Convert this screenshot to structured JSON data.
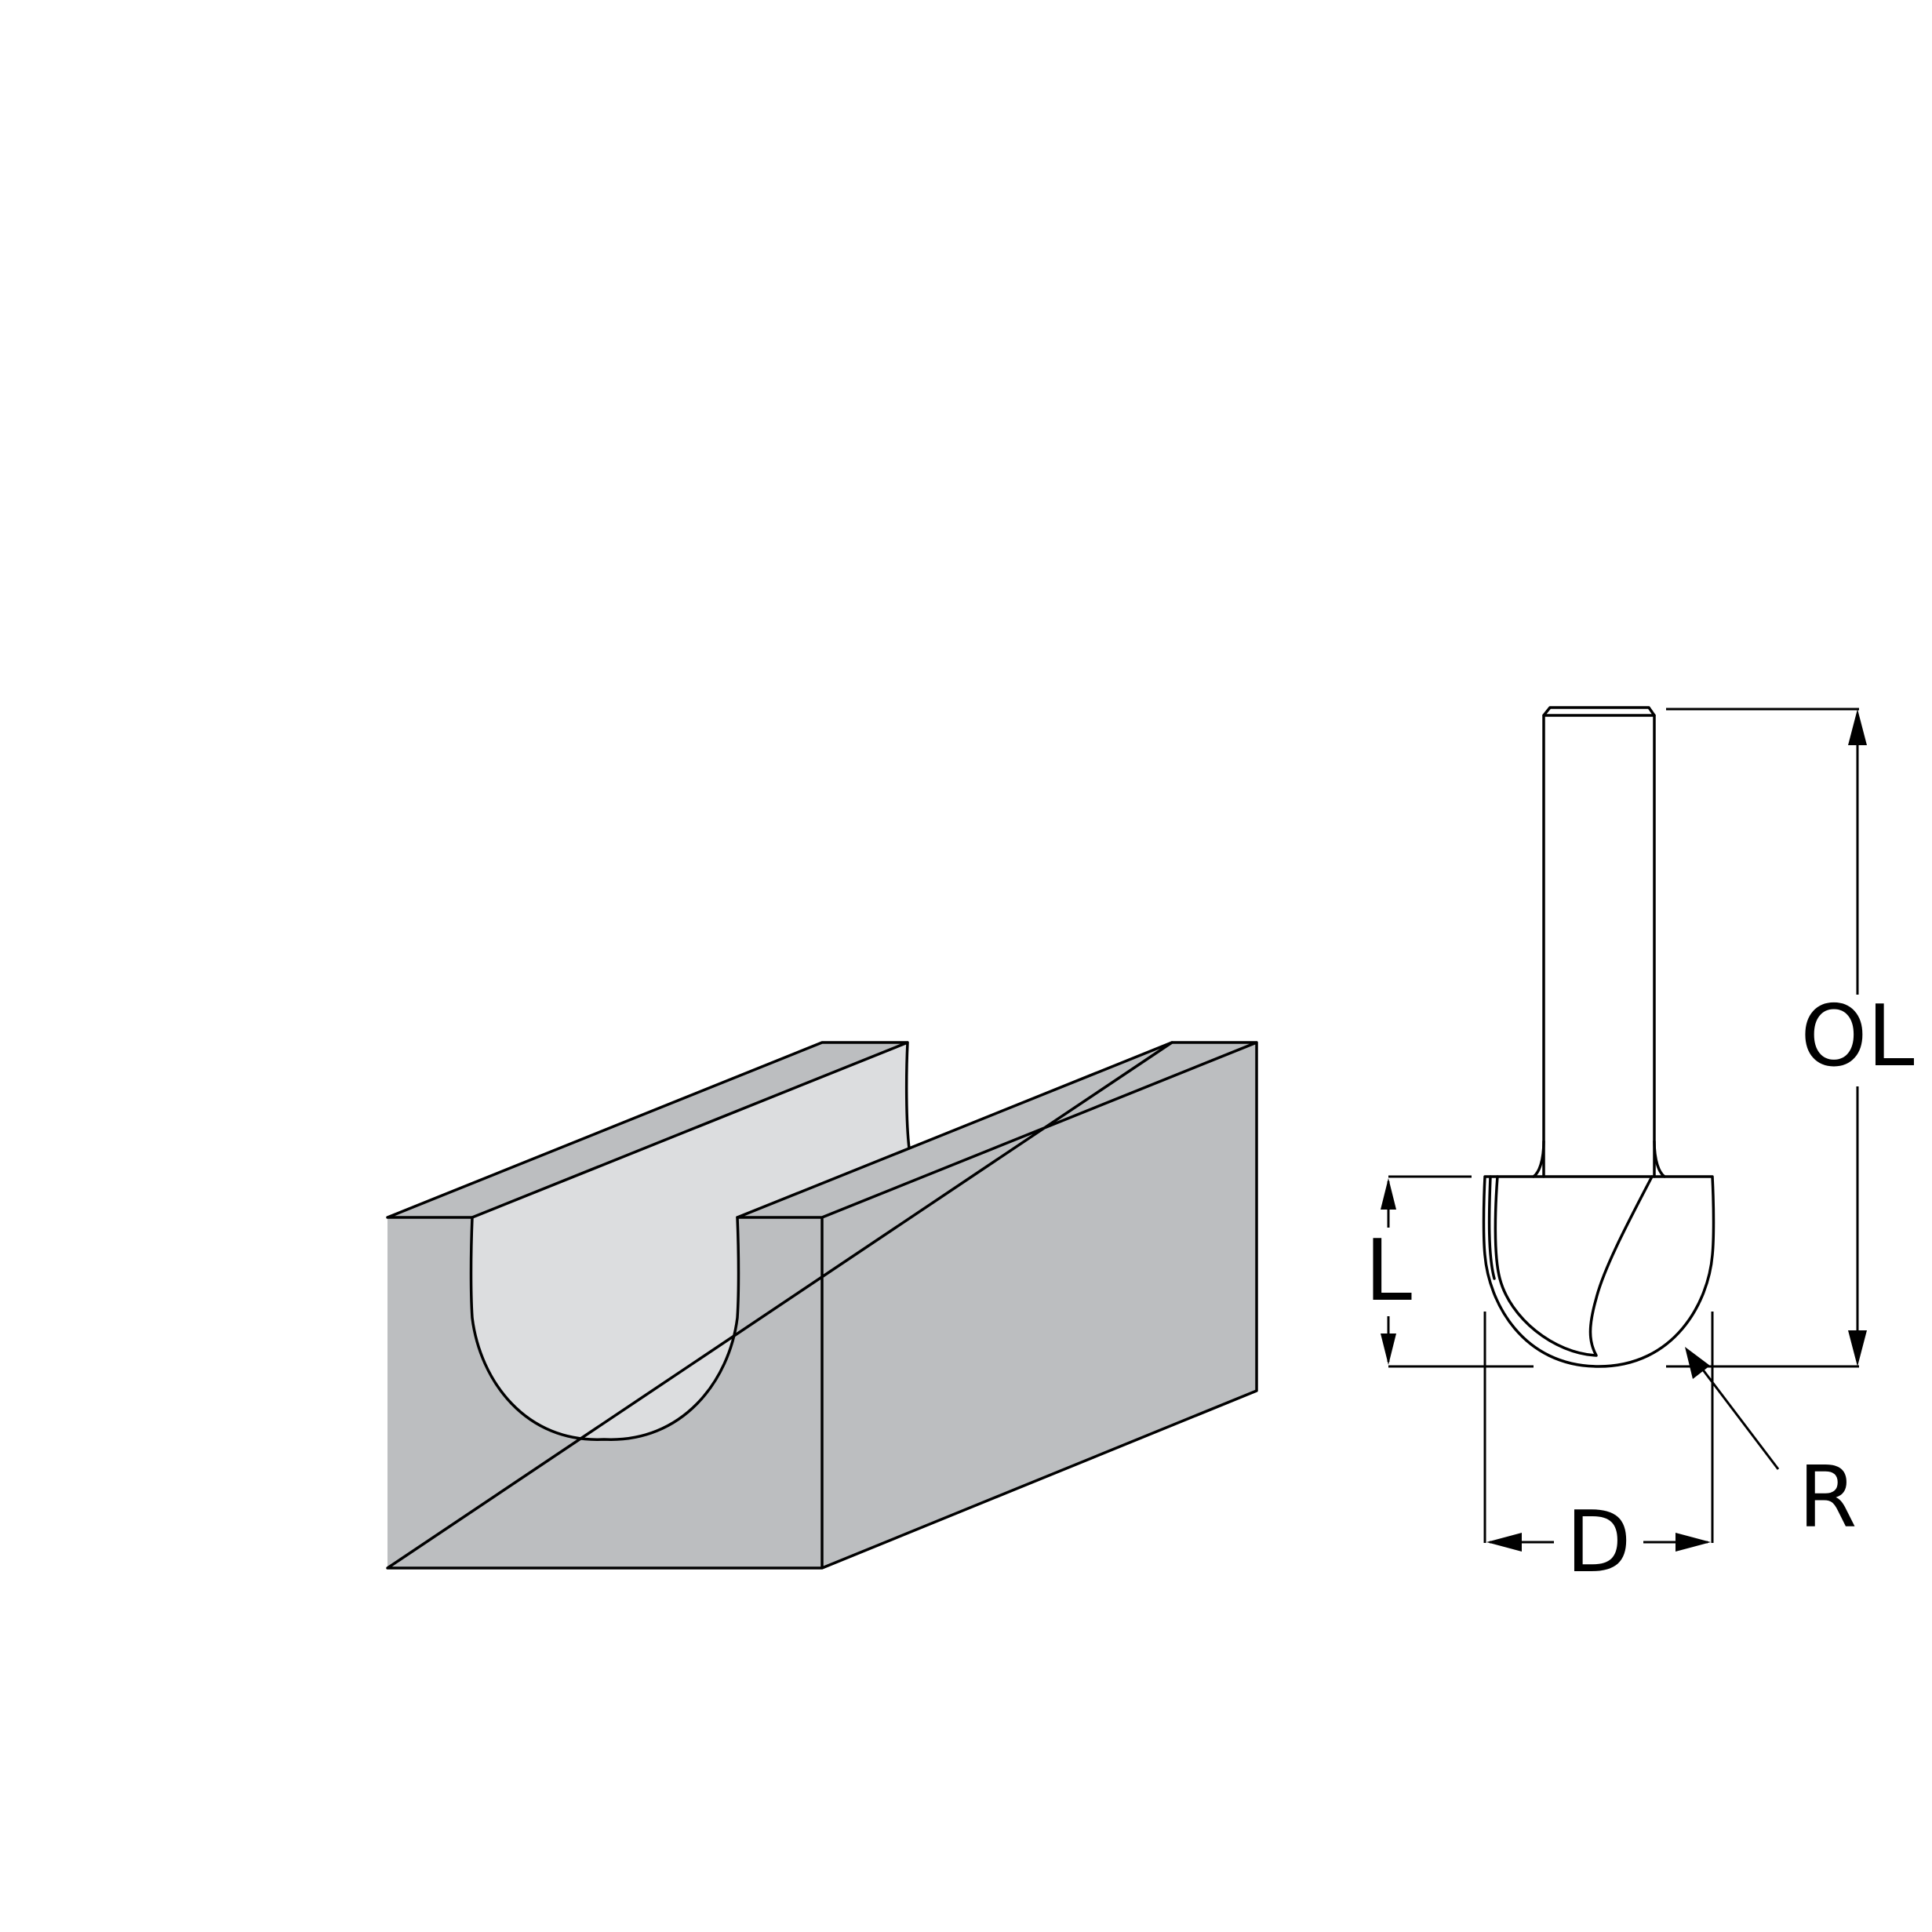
{
  "colors": {
    "block_top": "#bcbec0",
    "block_front": "#bcbec0",
    "block_side": "#bcbec0",
    "groove_surface": "#dcdddf",
    "outline": "#000000",
    "background": "#ffffff"
  },
  "labels": {
    "overall_length": "OL",
    "cutting_length": "L",
    "diameter": "D",
    "radius": "R"
  }
}
